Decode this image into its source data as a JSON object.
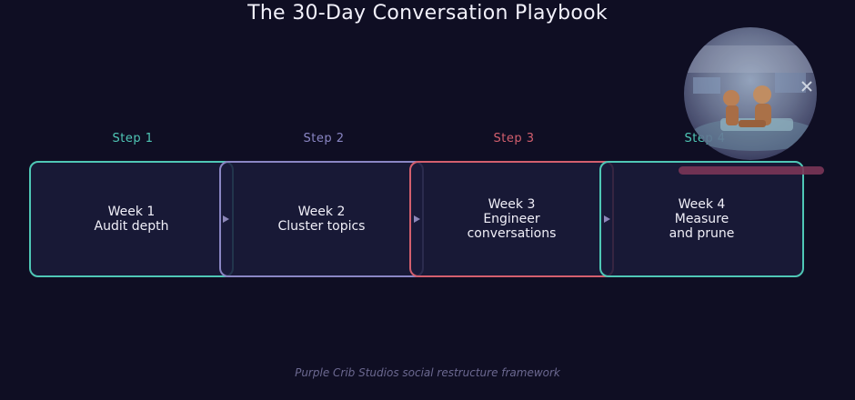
{
  "title": "The 30-Day Conversation Playbook",
  "steps": [
    {
      "label": "Step 1",
      "lines": [
        "Week 1",
        "Audit depth"
      ],
      "color": "#4fc7b6"
    },
    {
      "label": "Step 2",
      "lines": [
        "Week 2",
        "Cluster topics"
      ],
      "color": "#8a86c4"
    },
    {
      "label": "Step 3",
      "lines": [
        "Week 3",
        "Engineer",
        "conversations"
      ],
      "color": "#d35f6e"
    },
    {
      "label": "Step 4",
      "lines": [
        "Week 4",
        "Measure",
        "and prune"
      ],
      "color": "#4fc7b6"
    }
  ],
  "footer": "Purple Crib Studios social restructure framework",
  "colors": {
    "background": "#0f0e23",
    "arrow": "#8c86b8",
    "overlay_bar": "#7a3556"
  }
}
